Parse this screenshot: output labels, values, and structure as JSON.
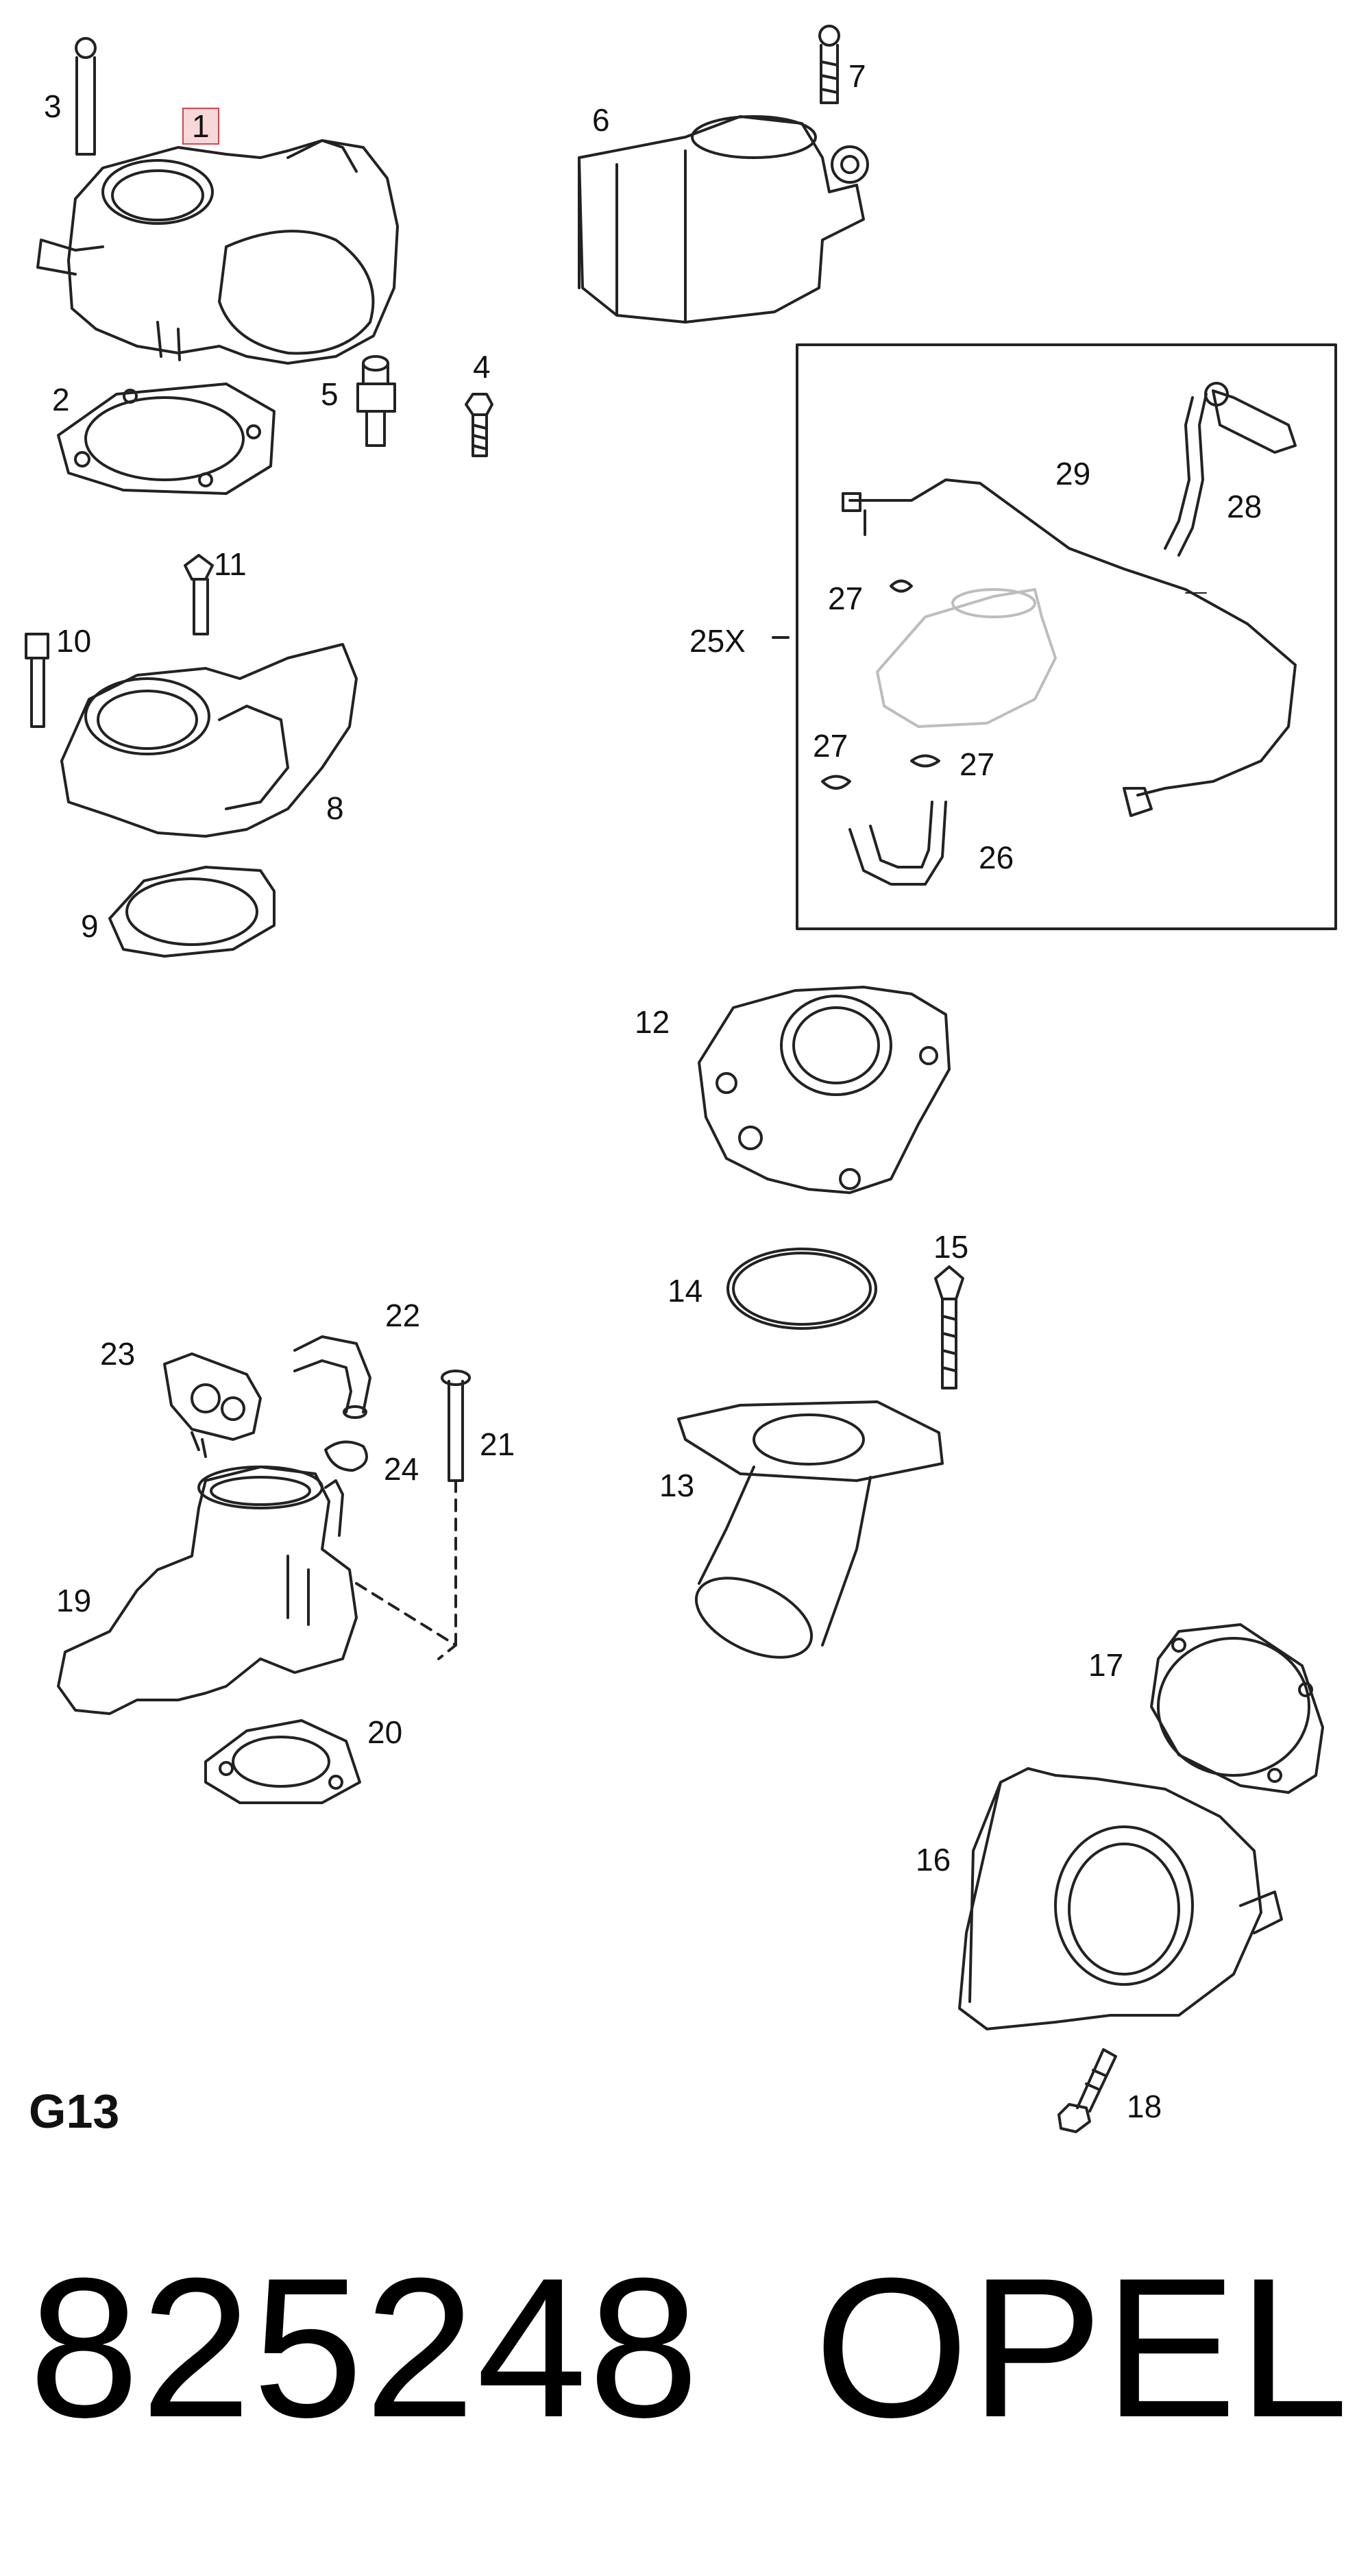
{
  "diagram": {
    "section_code": "G13",
    "part_number": "825248",
    "brand": "OPEL",
    "highlighted_label": "1",
    "kit_label": "25X",
    "callouts": [
      "1",
      "2",
      "3",
      "4",
      "5",
      "6",
      "7",
      "8",
      "9",
      "10",
      "11",
      "12",
      "13",
      "14",
      "15",
      "16",
      "17",
      "18",
      "19",
      "20",
      "21",
      "22",
      "23",
      "24",
      "26",
      "27",
      "27",
      "27",
      "28",
      "29"
    ]
  },
  "colors": {
    "line": "#222222",
    "highlight_border": "#d0484e",
    "highlight_fill": "#f7d7d8",
    "ghost": "#bdbdbd"
  }
}
